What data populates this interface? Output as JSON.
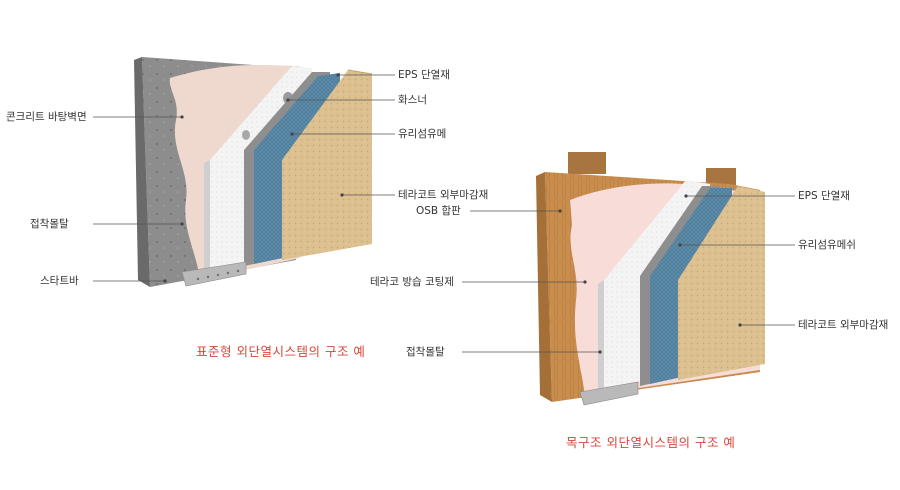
{
  "diagrams": [
    {
      "caption": "표준형 외단열시스템의 구조 예",
      "labels": [
        "콘크리트 바탕벽면",
        "접착몰탈",
        "스타트바",
        "EPS 단열재",
        "화스너",
        "유리섬유메",
        "테라코트 외부마감재"
      ]
    },
    {
      "caption": "목구조 외단열시스템의 구조 예",
      "labels": [
        "OSB 합판",
        "테라코 방습 코팅제",
        "접착몰탈",
        "EPS 단열재",
        "유리섬유메쉬",
        "테라코트 외부마감재"
      ]
    }
  ],
  "colors": {
    "caption": "#d8473a",
    "concrete": "#8c8c8c",
    "adhesive_mortar": "#efd9cf",
    "eps": "#f3f3f3",
    "mesh_blue": "#4f7e9c",
    "finish_sand": "#dcc08f",
    "osb_wood": "#c98e4e"
  }
}
